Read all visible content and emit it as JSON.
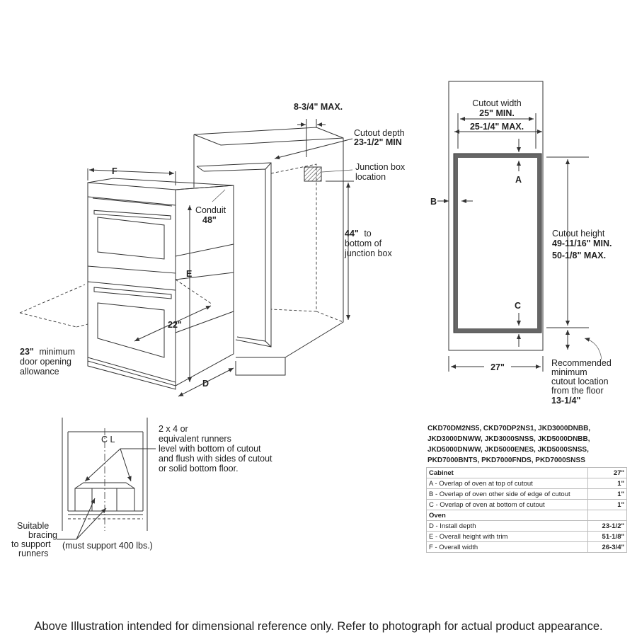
{
  "oven_view": {
    "dim_f": "F",
    "dim_e": "E",
    "dim_d": "D",
    "conduit_label": "Conduit",
    "conduit_value": "48\"",
    "depth_22": "22\"",
    "door_value": "23\"",
    "door_text_1": "minimum",
    "door_text_2": "door opening",
    "door_text_3": "allowance",
    "max_side": "8-3/4\" MAX.",
    "cutout_depth_label": "Cutout depth",
    "cutout_depth_value": "23-1/2\" MIN",
    "junction_1": "Junction box",
    "junction_2": "location",
    "jb_height_value": "44\"",
    "jb_height_1": "to",
    "jb_height_2": "bottom of",
    "jb_height_3": "junction box"
  },
  "cutout_view": {
    "width_label": "Cutout width",
    "width_min": "25\" MIN.",
    "width_max": "25-1/4\" MAX.",
    "label_a": "A",
    "label_b": "B",
    "label_c": "C",
    "height_label": "Cutout height",
    "height_min": "49-11/16\" MIN.",
    "height_max": "50-1/8\" MAX.",
    "cabinet_width": "27\"",
    "floor_1": "Recommended",
    "floor_2": "minimum",
    "floor_3": "cutout location",
    "floor_4": "from the floor",
    "floor_value": "13-1/4\""
  },
  "support_view": {
    "runner_1": "2 x 4 or",
    "runner_2": "equivalent runners",
    "runner_3": "level with bottom of cutout",
    "runner_4": "and flush with sides of cutout",
    "runner_5": "or solid bottom floor.",
    "bracing_1": "Suitable",
    "bracing_2": "bracing",
    "bracing_3": "to support",
    "bracing_4": "runners",
    "support_note": "(must support 400 lbs.)",
    "centerline": "C L"
  },
  "models": [
    "CKD70DM2NS5, CKD70DP2NS1, JKD3000DNBB,",
    "JKD3000DNWW, JKD3000SNSS, JKD5000DNBB,",
    "JKD5000DNWW, JKD5000ENES, JKD5000SNSS,",
    "PKD7000BNTS, PKD7000FNDS, PKD7000SNSS"
  ],
  "spec_table": {
    "cabinet_header": "Cabinet",
    "cabinet_value": "27\"",
    "rows_cabinet": [
      {
        "label": "A - Overlap of oven at top of cutout",
        "value": "1\""
      },
      {
        "label": "B - Overlap of oven other side of edge of cutout",
        "value": "1\""
      },
      {
        "label": "C - Overlap of oven at bottom of cutout",
        "value": "1\""
      }
    ],
    "oven_header": "Oven",
    "rows_oven": [
      {
        "label": "D - Install depth",
        "value": "23-1/2\""
      },
      {
        "label": "E - Overall height with trim",
        "value": "51-1/8\""
      },
      {
        "label": "F - Overall width",
        "value": "26-3/4\""
      }
    ]
  },
  "footer": "Above Illustration intended for dimensional reference only. Refer to photograph for actual product appearance."
}
